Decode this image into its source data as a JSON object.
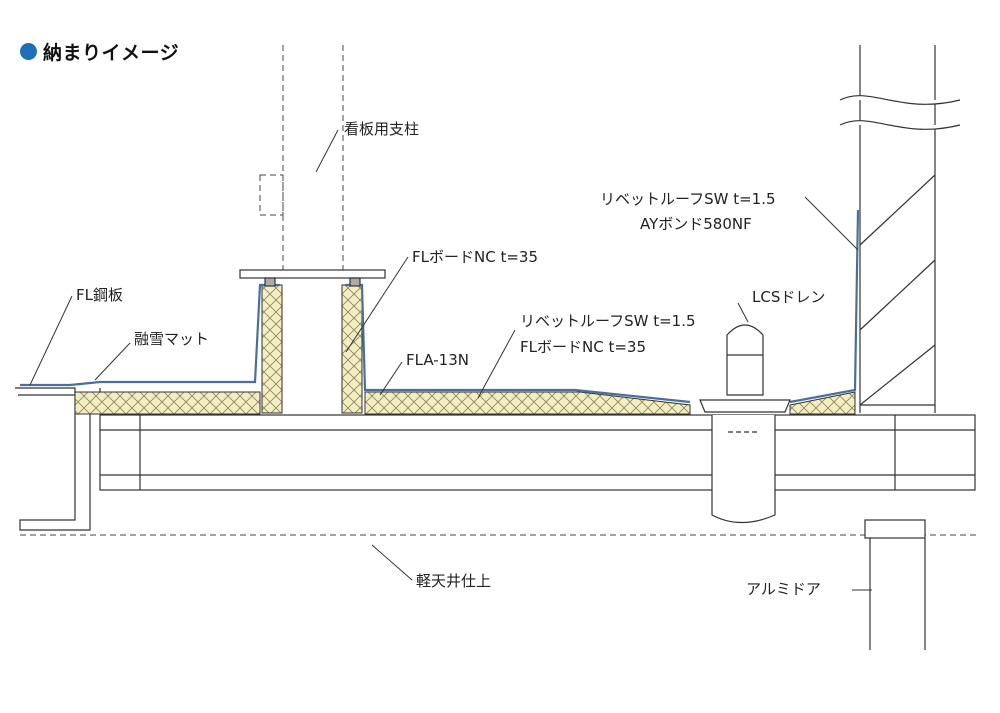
{
  "heading": {
    "title": "納まりイメージ",
    "bullet_color": "#1f6fb8"
  },
  "labels": {
    "sign_post": "看板用支柱",
    "fl_board_top": "FLボードNC t=35",
    "fl_steel": "FL鋼板",
    "snow_mat": "融雪マット",
    "fla": "FLA-13N",
    "rivet_mid": "リベットルーフSW t=1.5",
    "fl_board_mid": "FLボードNC t=35",
    "lcs_drain": "LCSドレン",
    "rivet_top": "リベットルーフSW t=1.5",
    "ay_bond": "AYボンド580NF",
    "ceiling": "軽天井仕上",
    "aluminum_door": "アルミドア"
  },
  "colors": {
    "insulation": "#f3eec2",
    "membrane": "#4a6f9a",
    "line": "#333333"
  }
}
